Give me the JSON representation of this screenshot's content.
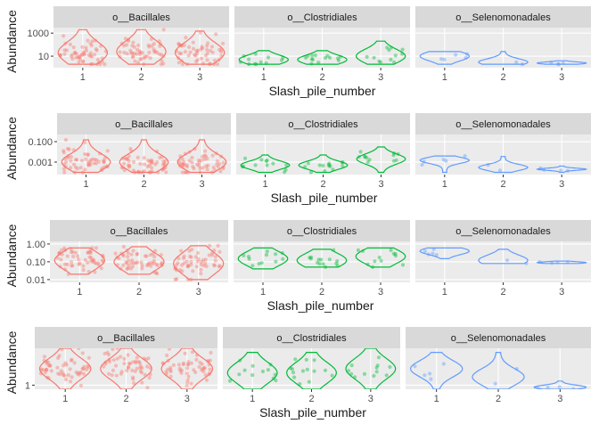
{
  "colors": {
    "panel_bg": "#ebebeb",
    "strip_bg": "#d9d9d9",
    "grid": "#ffffff",
    "text": "#1a1a1a",
    "tick_text": "#4d4d4d",
    "series": [
      "#f8766d",
      "#00ba38",
      "#619cff"
    ]
  },
  "chart_data": [
    {
      "type": "violin",
      "xlabel": "Slash_pile_number",
      "ylabel": "Abundance",
      "categories": [
        "1",
        "2",
        "3"
      ],
      "ylog": true,
      "ylim": [
        1,
        3000
      ],
      "yticks": [
        {
          "value": 10,
          "label": "10"
        },
        {
          "value": 1000,
          "label": "1000"
        }
      ],
      "facets": [
        {
          "name": "o__Bacillales",
          "n_points": [
            55,
            55,
            55
          ],
          "median": [
            20,
            25,
            20
          ],
          "spread": [
            0.9,
            0.9,
            0.85
          ],
          "max": [
            2000,
            2000,
            1500
          ],
          "min": [
            2,
            2,
            2
          ]
        },
        {
          "name": "o__Clostridiales",
          "n_points": [
            12,
            14,
            12
          ],
          "median": [
            5,
            5,
            10
          ],
          "spread": [
            0.4,
            0.4,
            0.6
          ],
          "max": [
            30,
            30,
            200
          ],
          "min": [
            2,
            2,
            2
          ]
        },
        {
          "name": "o__Selenomonadales",
          "n_points": [
            5,
            2,
            4
          ],
          "median": [
            10,
            3,
            2.5
          ],
          "spread": [
            0.4,
            0.3,
            0.1
          ],
          "max": [
            25,
            25,
            4
          ],
          "min": [
            2,
            2,
            2
          ]
        }
      ]
    },
    {
      "type": "violin",
      "xlabel": "Slash_pile_number",
      "ylabel": "Abundance",
      "categories": [
        "1",
        "2",
        "3"
      ],
      "ylog": true,
      "ylim": [
        6e-05,
        0.5
      ],
      "yticks": [
        {
          "value": 0.001,
          "label": "0.001"
        },
        {
          "value": 0.1,
          "label": "0.100"
        }
      ],
      "facets": [
        {
          "name": "o__Bacillales",
          "n_points": [
            55,
            55,
            55
          ],
          "median": [
            0.001,
            0.001,
            0.001
          ],
          "spread": [
            0.8,
            0.8,
            0.8
          ],
          "max": [
            0.15,
            0.15,
            0.15
          ],
          "min": [
            0.0001,
            0.0001,
            0.0001
          ]
        },
        {
          "name": "o__Clostridiales",
          "n_points": [
            12,
            14,
            12
          ],
          "median": [
            0.0005,
            0.0005,
            0.002
          ],
          "spread": [
            0.4,
            0.4,
            0.5
          ],
          "max": [
            0.005,
            0.005,
            0.03
          ],
          "min": [
            0.0001,
            0.0001,
            0.0001
          ]
        },
        {
          "name": "o__Selenomonadales",
          "n_points": [
            5,
            2,
            4
          ],
          "median": [
            0.0015,
            0.0003,
            0.0002
          ],
          "spread": [
            0.3,
            0.3,
            0.1
          ],
          "max": [
            0.004,
            0.0035,
            0.0004
          ],
          "min": [
            0.0001,
            0.0001,
            0.0001
          ]
        }
      ]
    },
    {
      "type": "violin",
      "xlabel": "Slash_pile_number",
      "ylabel": "Abundance",
      "categories": [
        "1",
        "2",
        "3"
      ],
      "ylog": true,
      "ylim": [
        0.007,
        1.4
      ],
      "yticks": [
        {
          "value": 0.01,
          "label": "0.01"
        },
        {
          "value": 0.1,
          "label": "0.10"
        },
        {
          "value": 1,
          "label": "1.00"
        }
      ],
      "facets": [
        {
          "name": "o__Bacillales",
          "n_points": [
            55,
            55,
            55
          ],
          "median": [
            0.12,
            0.1,
            0.08
          ],
          "spread": [
            0.5,
            0.5,
            0.6
          ],
          "max": [
            0.6,
            0.7,
            0.8
          ],
          "min": [
            0.02,
            0.02,
            0.01
          ]
        },
        {
          "name": "o__Clostridiales",
          "n_points": [
            12,
            14,
            12
          ],
          "median": [
            0.15,
            0.12,
            0.2
          ],
          "spread": [
            0.4,
            0.4,
            0.4
          ],
          "max": [
            0.6,
            0.5,
            0.6
          ],
          "min": [
            0.04,
            0.05,
            0.05
          ]
        },
        {
          "name": "o__Selenomonadales",
          "n_points": [
            5,
            2,
            4
          ],
          "median": [
            0.4,
            0.12,
            0.09
          ],
          "spread": [
            0.2,
            0.3,
            0.05
          ],
          "max": [
            0.6,
            0.5,
            0.11
          ],
          "min": [
            0.15,
            0.08,
            0.08
          ]
        }
      ]
    },
    {
      "type": "violin",
      "xlabel": "Slash_pile_number",
      "ylabel": "Abundance",
      "categories": [
        "1",
        "2",
        "3"
      ],
      "ylog": false,
      "ylim": [
        0,
        10
      ],
      "yticks": [
        {
          "value": 1,
          "label": "1"
        }
      ],
      "facets": [
        {
          "name": "o__Bacillales",
          "n_points": [
            55,
            55,
            55
          ],
          "median": [
            5,
            5,
            5
          ],
          "spread": [
            2.5,
            2.5,
            2.5
          ],
          "max": [
            10,
            10,
            10
          ],
          "min": [
            0,
            0,
            0
          ]
        },
        {
          "name": "o__Clostridiales",
          "n_points": [
            12,
            14,
            12
          ],
          "median": [
            4,
            4,
            5
          ],
          "spread": [
            2.5,
            2.5,
            2.5
          ],
          "max": [
            9,
            9,
            10
          ],
          "min": [
            0,
            0,
            0
          ]
        },
        {
          "name": "o__Selenomonadales",
          "n_points": [
            5,
            2,
            4
          ],
          "median": [
            5,
            3,
            0.5
          ],
          "spread": [
            2,
            2,
            0.5
          ],
          "max": [
            9,
            9,
            2
          ],
          "min": [
            0,
            0,
            0
          ]
        }
      ]
    }
  ]
}
